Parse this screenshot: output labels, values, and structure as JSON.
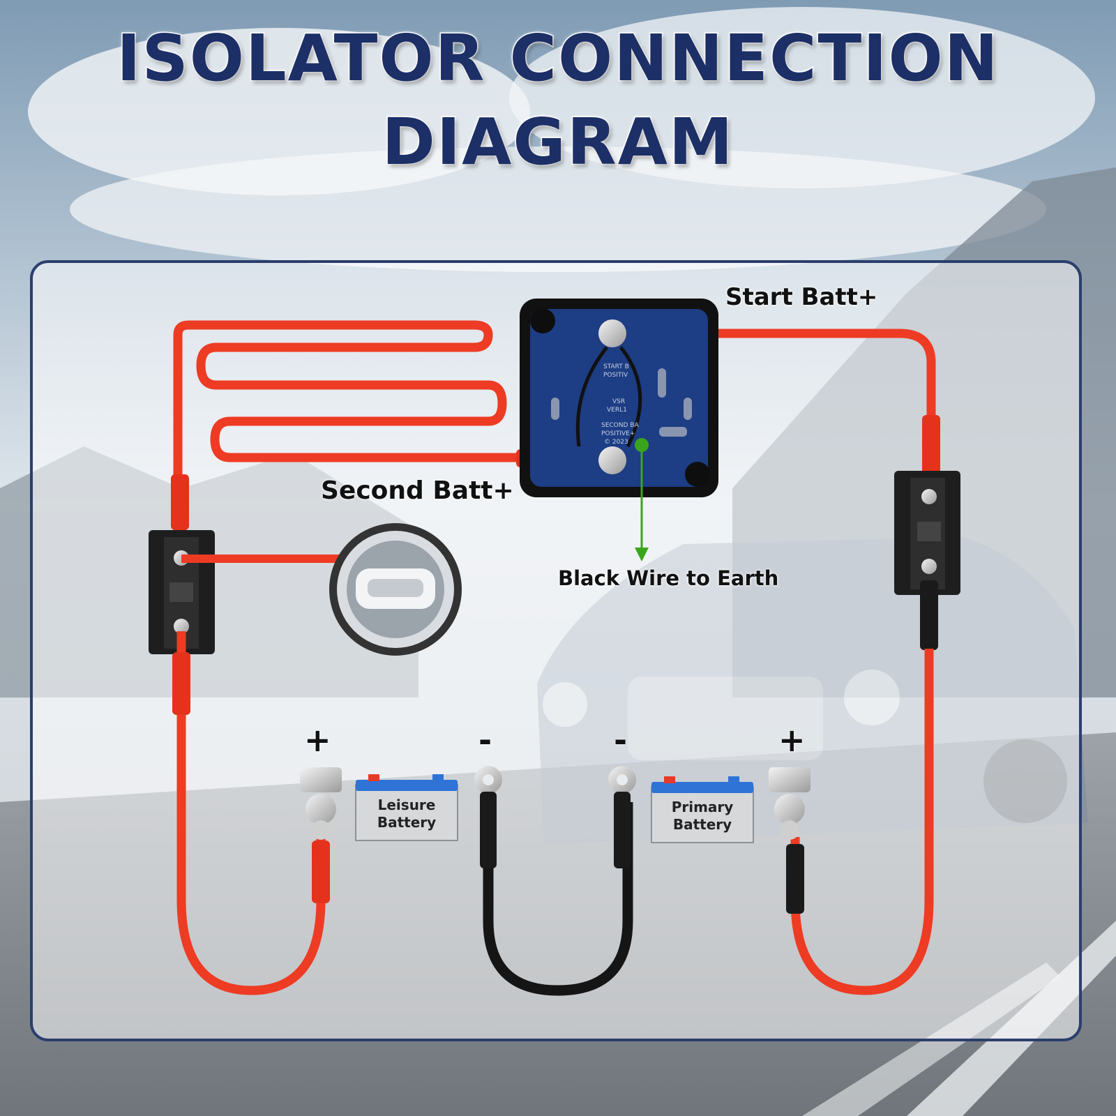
{
  "title": {
    "line1": "ISOLATOR CONNECTION",
    "line2": "DIAGRAM"
  },
  "labels": {
    "start_batt": "Start Batt+",
    "second_batt": "Second Batt+",
    "black_wire": "Black Wire to Earth"
  },
  "terminals": {
    "leisure_positive": "+",
    "leisure_negative": "-",
    "primary_negative": "-",
    "primary_positive": "+"
  },
  "batteries": {
    "leisure": {
      "line1": "Leisure",
      "line2": "Battery"
    },
    "primary": {
      "line1": "Primary",
      "line2": "Battery"
    }
  },
  "relay_marking": {
    "line1": "START B",
    "line2": "POSITIV",
    "line3": "VSR",
    "line4": "VERL1",
    "line5": "SECOND BA",
    "line6": "POSITIVE+",
    "line7": "© 2023"
  },
  "colors": {
    "title": "#1c2f66",
    "red_wire": "#ee3b24",
    "black_wire": "#111111",
    "earth_arrow": "#3aa51c",
    "panel_border": "#2b3f6d",
    "relay_board": "#1d3d84"
  }
}
